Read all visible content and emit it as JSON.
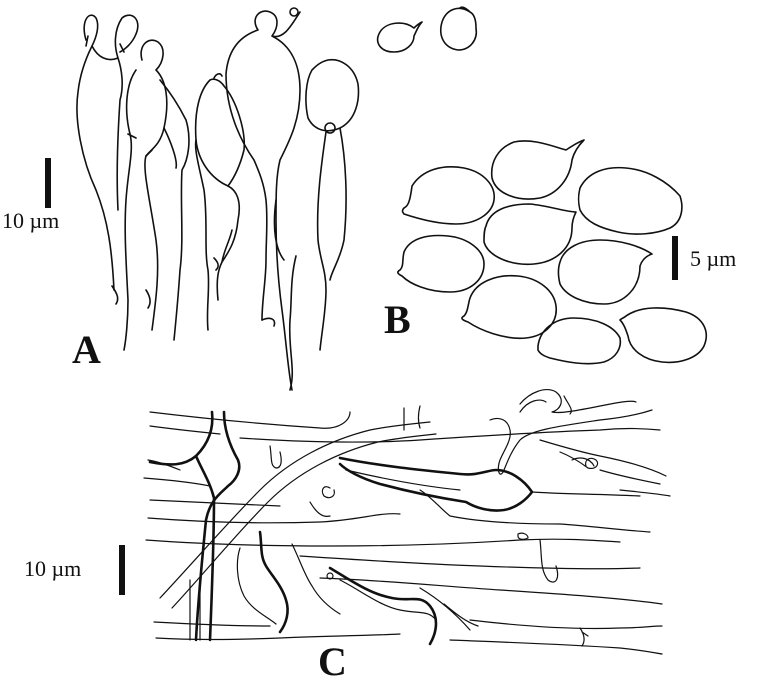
{
  "panels": {
    "a": {
      "letter": "A",
      "scale_label": "10 µm"
    },
    "b": {
      "letter": "B",
      "scale_label": "5 µm"
    },
    "c": {
      "letter": "C",
      "scale_label": "10 µm"
    }
  },
  "colors": {
    "ink": "#111111",
    "background": "#ffffff"
  }
}
